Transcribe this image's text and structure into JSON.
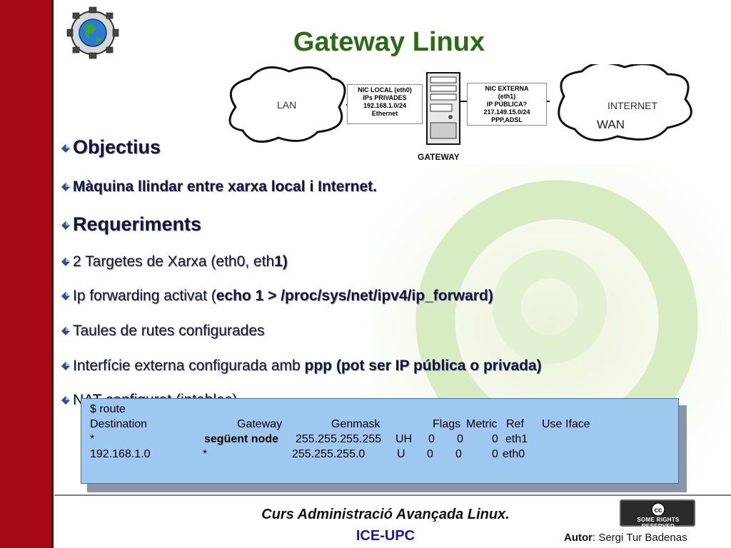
{
  "title": "Gateway Linux",
  "diagram": {
    "lan_label": "LAN",
    "internet_label": "INTERNET",
    "wan_label": "WAN",
    "gateway_label": "GATEWAY",
    "nic_local": [
      "NIC LOCAL (eth0)",
      "IPs PRIVADES",
      "192.168.1.0/24",
      "Ethernet"
    ],
    "nic_external": [
      "NIC EXTERNA",
      "(eth1)",
      "IP PÚBLICA?",
      "217.149.15.0/24",
      "PPP,ADSL"
    ]
  },
  "bullets": {
    "objectius": "Objectius",
    "maquina": "Màquina llindar entre xarxa local i Internet.",
    "requeriments": "Requeriments",
    "targetes_a": "2 Targetes de Xarxa (eth0, eth",
    "targetes_b": "1",
    "targetes_c": ")",
    "ipfwd_a": "Ip forwarding activat (",
    "ipfwd_b": "echo 1 > /proc/sys/net/ipv4/ip_forward",
    "ipfwd_c": ")",
    "taules": "Taules de rutes configurades",
    "interficie_a": "Interfície externa configurada amb ",
    "interficie_b": "ppp (pot ser IP pública o privada)",
    "nat": "NAT configurat (iptables)"
  },
  "route": {
    "command": "$ route",
    "headers": [
      "Destination",
      "Gateway",
      "Genmask",
      "Flags",
      "Metric",
      "Ref",
      "Use",
      "Iface"
    ],
    "rows": [
      [
        "*",
        "següent node",
        "255.255.255.255",
        "UH",
        "0",
        "0",
        "0",
        "eth1"
      ],
      [
        "192.168.1.0",
        "*",
        "255.255.255.0",
        "U",
        "0",
        "0",
        "0",
        "eth0"
      ]
    ]
  },
  "footer": {
    "course": "Curs Administració Avançada Linux.",
    "institution": "ICE-UPC",
    "cc_badge": "SOME RIGHTS RESERVED",
    "author_label": "Autor",
    "author_name": ": Sergi Tur Badenas"
  },
  "colors": {
    "sidebar": "#a30a14",
    "title": "#2c6b16",
    "route_box": "#9ec8f0",
    "institution": "#1a1aa0"
  }
}
